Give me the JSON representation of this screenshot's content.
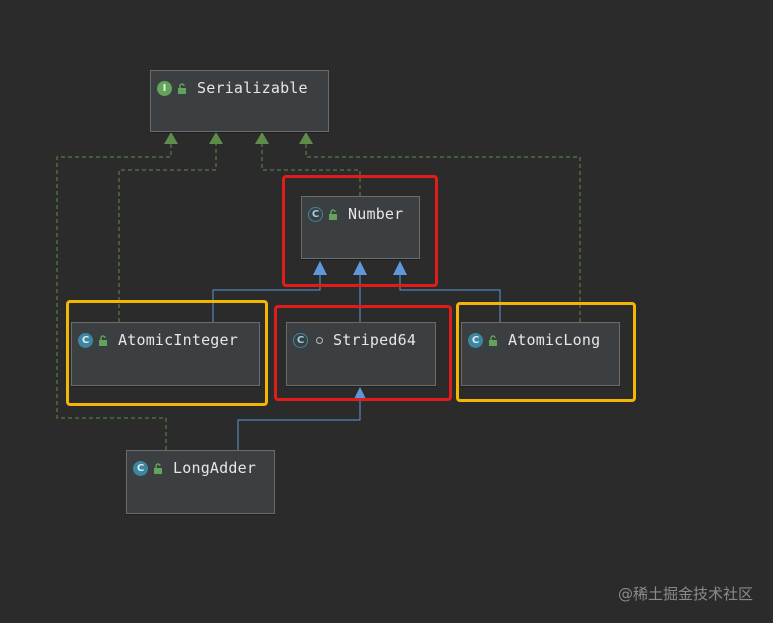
{
  "nodes": {
    "serializable": {
      "label": "Serializable",
      "kind": "I"
    },
    "number": {
      "label": "Number",
      "kind": "C"
    },
    "atomic_integer": {
      "label": "AtomicInteger",
      "kind": "C"
    },
    "striped64": {
      "label": "Striped64",
      "kind": "C"
    },
    "atomic_long": {
      "label": "AtomicLong",
      "kind": "C"
    },
    "long_adder": {
      "label": "LongAdder",
      "kind": "C"
    }
  },
  "colors": {
    "background": "#2b2b2b",
    "extends_edge": "#5f97d8",
    "implements_edge": "#5e8c4a",
    "highlight_red": "#e21b1b",
    "highlight_yellow": "#f2b705"
  },
  "watermark": "@稀土掘金技术社区"
}
